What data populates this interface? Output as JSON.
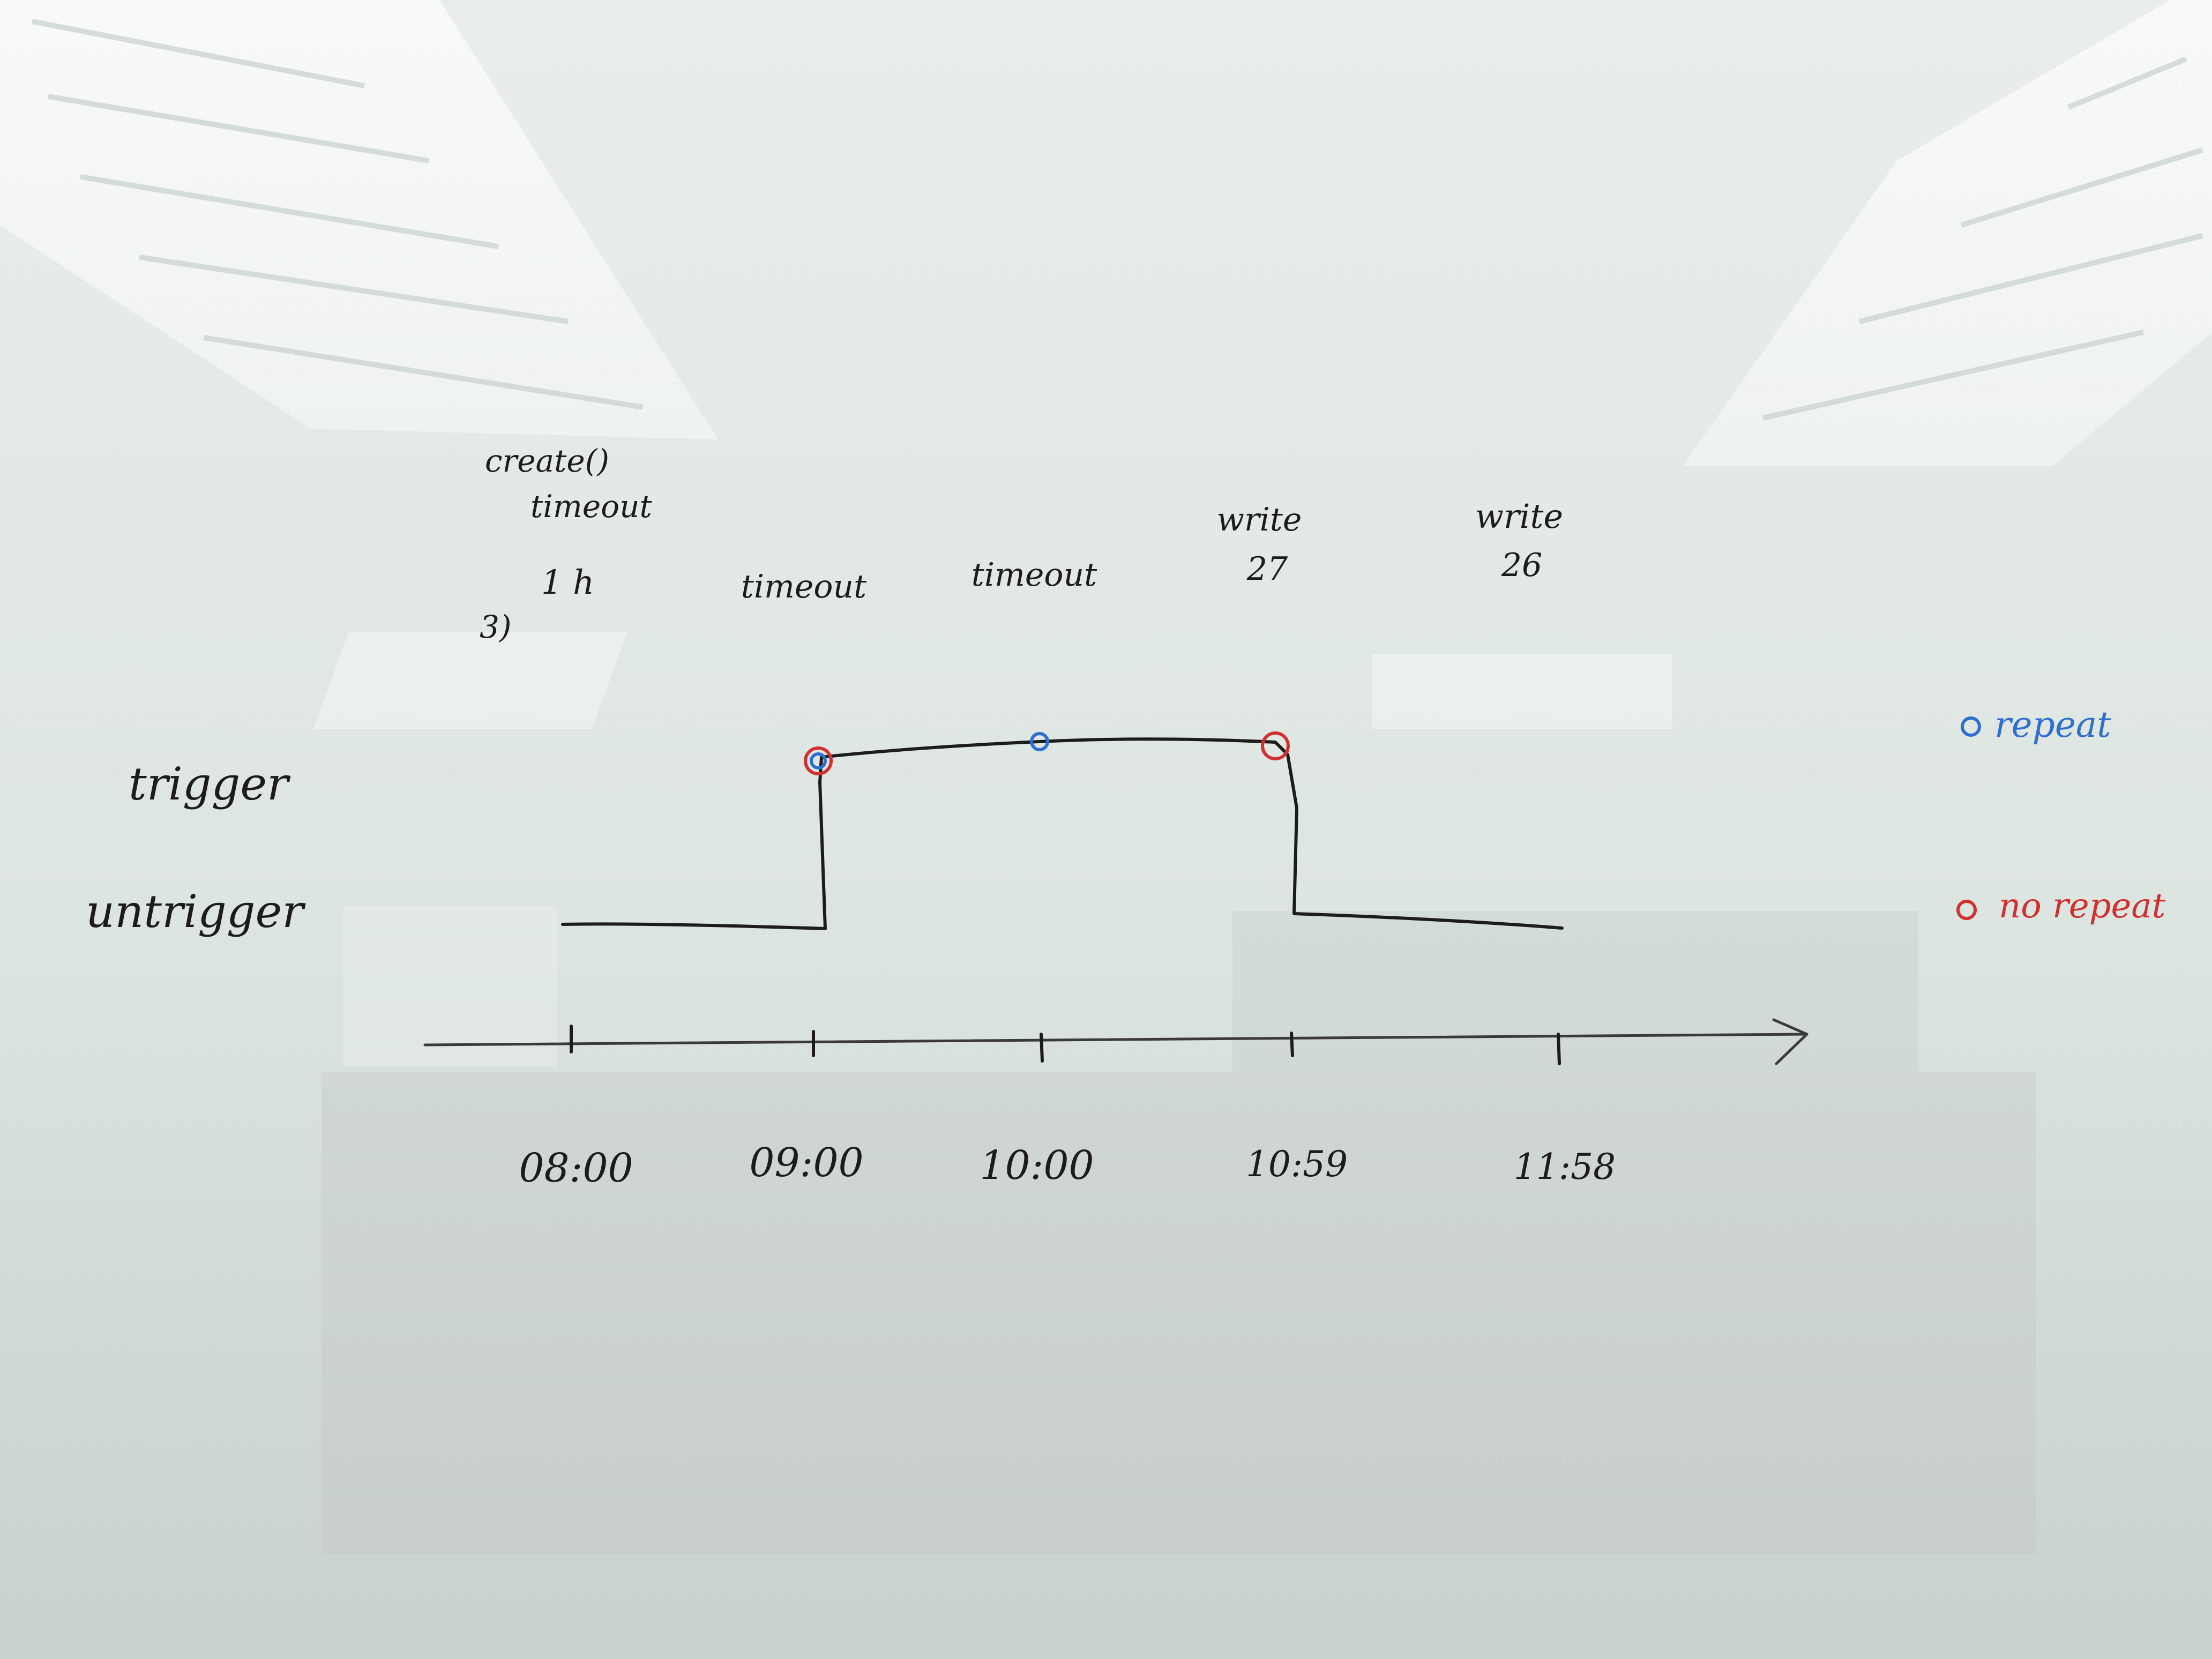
{
  "notes": {
    "line1": "create()",
    "line2": "timeout",
    "line3": "1 h",
    "item_number": "3)"
  },
  "states": {
    "high": "trigger",
    "low": "untrigger"
  },
  "events": [
    {
      "top": "timeout",
      "bottom": ""
    },
    {
      "top": "timeout",
      "bottom": ""
    },
    {
      "top": "write",
      "bottom": "27"
    },
    {
      "top": "write",
      "bottom": "26"
    }
  ],
  "times": [
    "08:00",
    "09:00",
    "10:00",
    "10:59",
    "11:58"
  ],
  "legend": [
    {
      "label": "repeat",
      "color": "#2f6fd0"
    },
    {
      "label": "no repeat",
      "color": "#d23030"
    }
  ],
  "ink_color": "#1c1c1c"
}
